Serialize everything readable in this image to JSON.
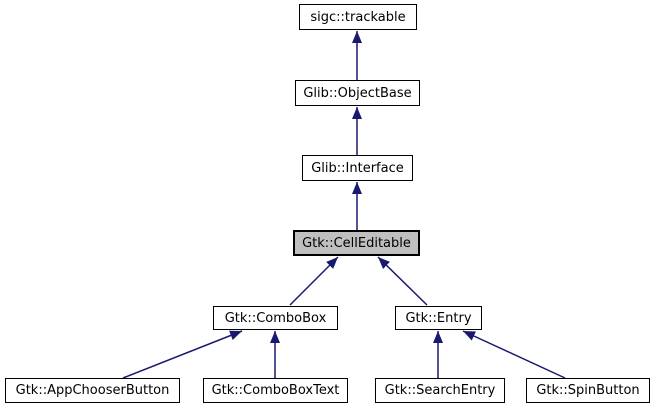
{
  "colors": {
    "edge": "#191970",
    "node_border": "#000000",
    "node_fill": "#ffffff",
    "highlight_fill": "#bfbfbf",
    "text": "#000000",
    "background": "#ffffff"
  },
  "diagram": {
    "type": "class-inheritance-graph",
    "highlighted_node": "Gtk::CellEditable"
  },
  "nodes": {
    "trackable": {
      "label": "sigc::trackable"
    },
    "objectbase": {
      "label": "Glib::ObjectBase"
    },
    "interface": {
      "label": "Glib::Interface"
    },
    "celleditable": {
      "label": "Gtk::CellEditable"
    },
    "combobox": {
      "label": "Gtk::ComboBox"
    },
    "entry": {
      "label": "Gtk::Entry"
    },
    "appchooserbutton": {
      "label": "Gtk::AppChooserButton"
    },
    "comboboxtext": {
      "label": "Gtk::ComboBoxText"
    },
    "searchentry": {
      "label": "Gtk::SearchEntry"
    },
    "spinbutton": {
      "label": "Gtk::SpinButton"
    }
  },
  "edges": [
    {
      "child": "Glib::ObjectBase",
      "parent": "sigc::trackable"
    },
    {
      "child": "Glib::Interface",
      "parent": "Glib::ObjectBase"
    },
    {
      "child": "Gtk::CellEditable",
      "parent": "Glib::Interface"
    },
    {
      "child": "Gtk::ComboBox",
      "parent": "Gtk::CellEditable"
    },
    {
      "child": "Gtk::Entry",
      "parent": "Gtk::CellEditable"
    },
    {
      "child": "Gtk::AppChooserButton",
      "parent": "Gtk::ComboBox"
    },
    {
      "child": "Gtk::ComboBoxText",
      "parent": "Gtk::ComboBox"
    },
    {
      "child": "Gtk::SearchEntry",
      "parent": "Gtk::Entry"
    },
    {
      "child": "Gtk::SpinButton",
      "parent": "Gtk::Entry"
    }
  ]
}
